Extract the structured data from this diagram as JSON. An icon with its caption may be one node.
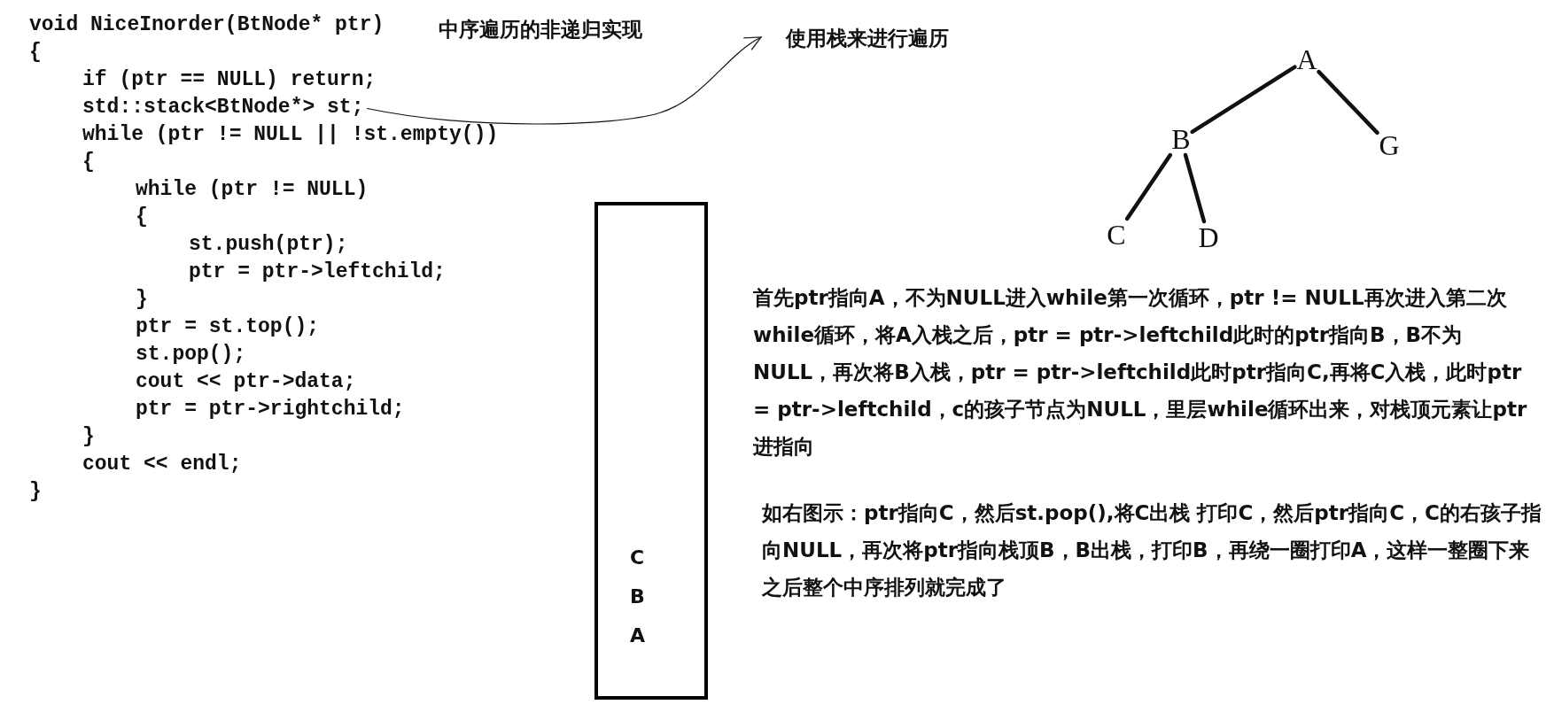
{
  "diagram": {
    "title": "中序遍历的非递归实现",
    "nodes": [
      {
        "text": [
          "std::stack<BtNode*> st;"
        ]
      },
      {
        "text": [
          "使用栈来进行遍历"
        ]
      },
      {
        "text": [
          "A"
        ]
      },
      {
        "text": [
          "B"
        ]
      },
      {
        "text": [
          "G"
        ]
      },
      {
        "text": [
          "C"
        ]
      },
      {
        "text": [
          "D"
        ]
      },
      {
        "text": [
          "C",
          "B",
          "A"
        ]
      }
    ],
    "edges": [
      {
        "from": 0,
        "to": 1,
        "arrow": "to"
      },
      {
        "from": 2,
        "to": 3,
        "arrow": "none"
      },
      {
        "from": 2,
        "to": 4,
        "arrow": "none"
      },
      {
        "from": 3,
        "to": 5,
        "arrow": "none"
      },
      {
        "from": 3,
        "to": 6,
        "arrow": "none"
      }
    ],
    "labels": [
      "void NiceInorder(BtNode* ptr)",
      "{",
      "if (ptr == NULL) return;",
      "while (ptr != NULL || !st.empty())",
      "{",
      "while (ptr != NULL)",
      "{",
      "st.push(ptr);",
      "ptr = ptr->leftchild;",
      "}",
      "ptr = st.top();",
      "st.pop();",
      "cout << ptr->data;",
      "ptr = ptr->rightchild;",
      "}",
      "cout << endl;",
      "}",
      "首先ptr指向A，不为NULL进入while第一次循环，ptr != NULL再次进入第二次while循环，将A入栈之后，ptr = ptr->leftchild此时的ptr指向B，B不为NULL，再次将B入栈，ptr = ptr->leftchild此时ptr指向C,再将C入栈，此时ptr = ptr->leftchild，c的孩子节点为NULL，里层while循环出来，对栈顶元素让ptr进指向",
      "如右图示：ptr指向C，然后st.pop(),将C出栈  打印C，然后ptr指向C，C的右孩子指向NULL，再次将ptr指向栈顶B，B出栈，打印B，再绕一圈打印A，这样一整圈下来之后整个中序排列就完成了"
    ]
  }
}
